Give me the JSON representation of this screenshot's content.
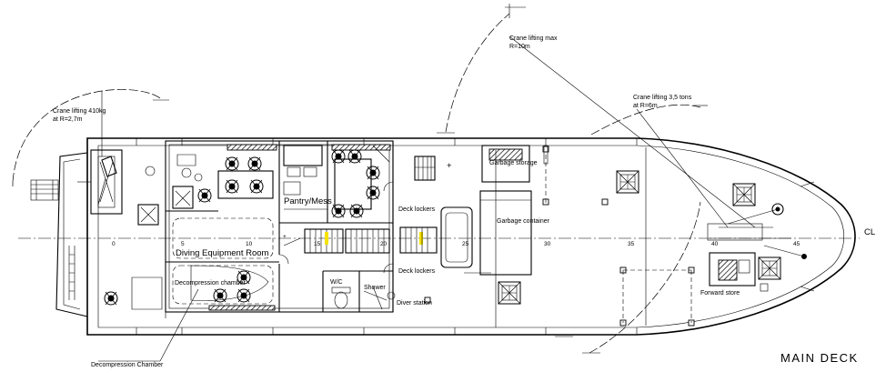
{
  "drawing": {
    "title": "MAIN DECK",
    "centerline_label": "CL",
    "frame_numbers": [
      "0",
      "5",
      "10",
      "15",
      "20",
      "25",
      "30",
      "35",
      "40",
      "45"
    ]
  },
  "rooms": {
    "diving_equipment_room": "Diving Equipment Room",
    "decompression_chamber_inside": "Decompression chamber",
    "pantry_mess": "Pantry/Mess",
    "wc": "W/C",
    "shower": "Shower",
    "deck_lockers_upper": "Deck lockers",
    "deck_lockers_lower": "Deck lockers",
    "diver_station": "Diver station",
    "garbage_storage": "Garbage storage",
    "garbage_container": "Garbage container",
    "forward_store": "Forward store"
  },
  "annotations": {
    "crane_aft_line1": "Crane lifting 410kg",
    "crane_aft_line2": "at R=2,7m",
    "crane_max_line1": "Crane lifting max",
    "crane_max_line2": "R=10m",
    "crane_fwd_line1": "Crane lifting 3,5 tons",
    "crane_fwd_line2": "at R=6m",
    "decompression_chamber_callout": "Decompression Chamber"
  },
  "colors": {
    "ink": "#000000",
    "background": "#ffffff",
    "highlight": "#f4e200"
  }
}
